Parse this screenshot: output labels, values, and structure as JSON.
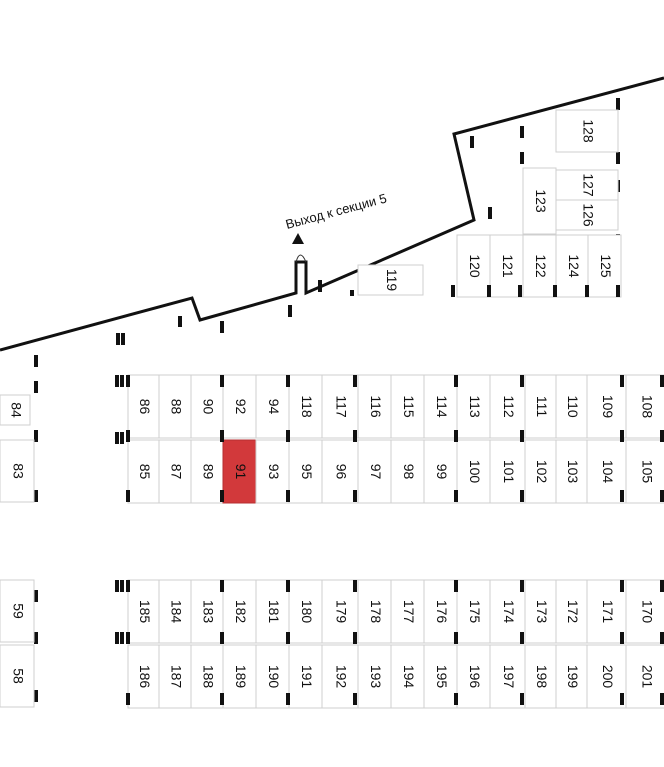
{
  "exit_label": "Выход к секции 5",
  "highlight_color": "#d2393b",
  "units_rows": {
    "row1_top": [
      "86",
      "88",
      "90",
      "92",
      "94",
      "118",
      "117",
      "116",
      "115",
      "114",
      "113",
      "112",
      "111",
      "110",
      "109",
      "108"
    ],
    "row1_bottom": [
      "85",
      "87",
      "89",
      "91",
      "93",
      "95",
      "96",
      "97",
      "98",
      "99",
      "100",
      "101",
      "102",
      "103",
      "104",
      "105"
    ],
    "row2_top": [
      "185",
      "184",
      "183",
      "182",
      "181",
      "180",
      "179",
      "178",
      "177",
      "176",
      "175",
      "174",
      "173",
      "172",
      "171",
      "170"
    ],
    "row2_bottom": [
      "186",
      "187",
      "188",
      "189",
      "190",
      "191",
      "192",
      "193",
      "194",
      "195",
      "196",
      "197",
      "198",
      "199",
      "200",
      "201"
    ],
    "upper_row": [
      "120",
      "121",
      "122",
      "124",
      "125"
    ],
    "stacked": [
      "123",
      "127",
      "126",
      "128"
    ],
    "single": [
      "119"
    ],
    "left_edge": [
      "83",
      "59",
      "58",
      "84"
    ]
  },
  "selected_unit": "91"
}
